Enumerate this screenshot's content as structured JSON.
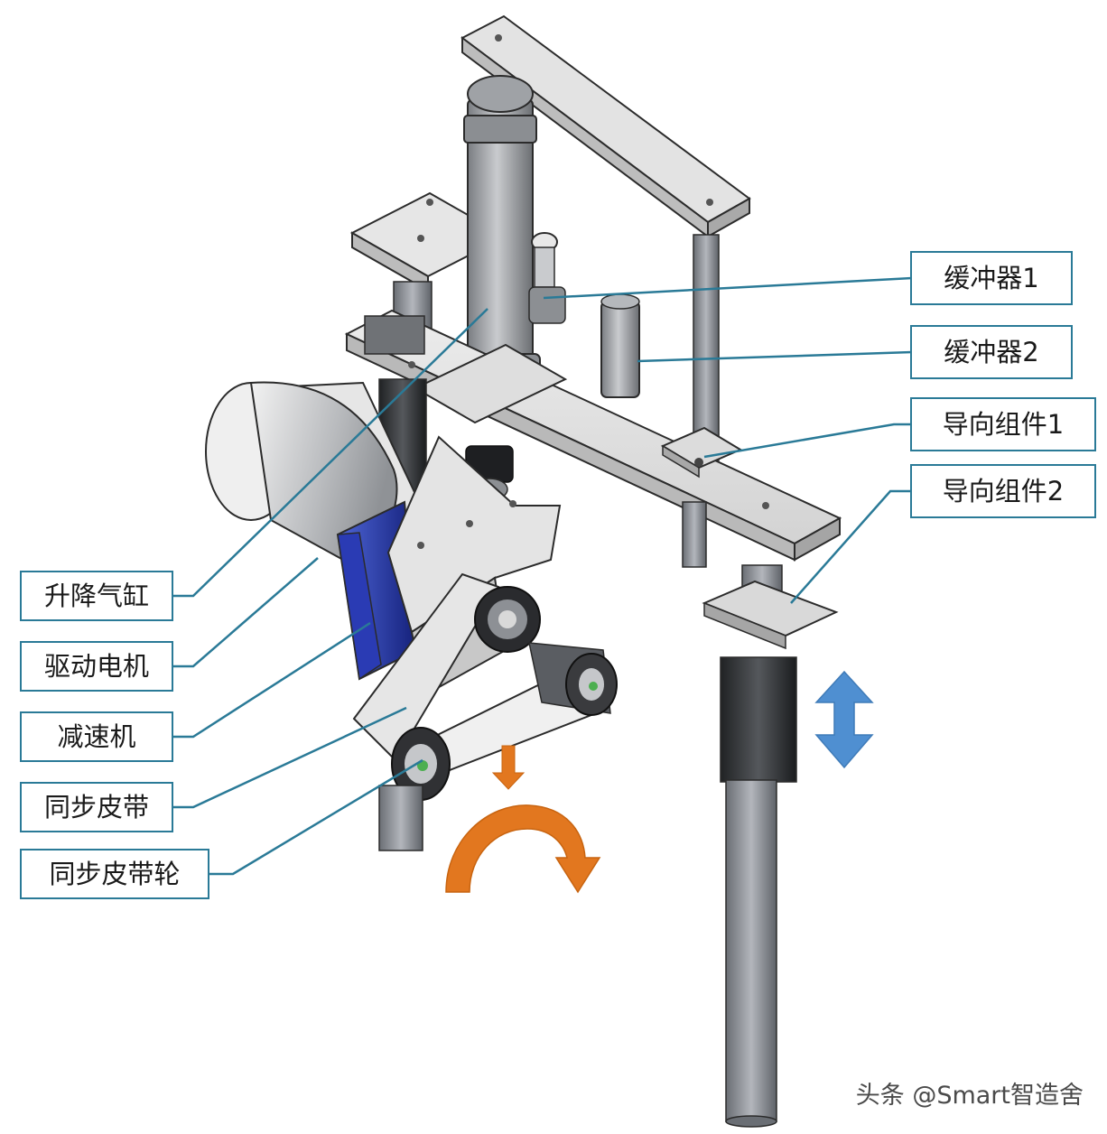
{
  "labels": {
    "buffer_1": "缓冲器1",
    "buffer_2": "缓冲器2",
    "guide_1": "导向组件1",
    "guide_2": "导向组件2",
    "lift_cylinder": "升降气缸",
    "drive_motor": "驱动电机",
    "reducer": "减速机",
    "timing_belt": "同步皮带",
    "timing_pulley": "同步皮带轮"
  },
  "watermark": "头条 @Smart智造舍",
  "colors": {
    "leader": "#2a7a97",
    "label_border": "#2a7a97",
    "vertical_arrow": "#4f8fd1",
    "rotation_arrow": "#e2771f",
    "motor_face": "#1f2f9e"
  }
}
